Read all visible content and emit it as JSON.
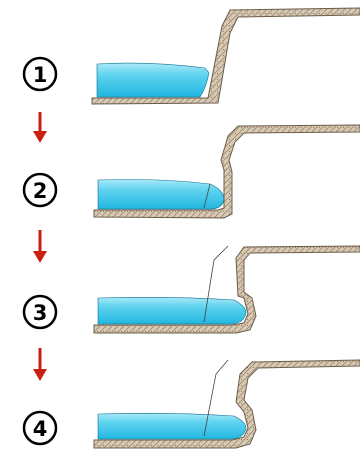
{
  "steps": [
    {
      "number": "1"
    },
    {
      "number": "2"
    },
    {
      "number": "3"
    },
    {
      "number": "4"
    }
  ],
  "colors": {
    "water": "#33c3e6",
    "water_light": "#a9e9f8",
    "ground": "#c8b8a0",
    "ground_line": "#7a6b58",
    "arrow": "#c81e14",
    "circle": "#000000"
  }
}
